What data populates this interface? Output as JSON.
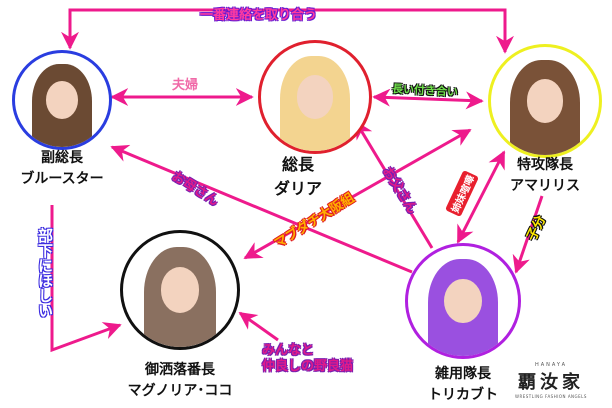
{
  "title_relation": "一番連絡を取り合う",
  "characters": [
    {
      "id": "brewster",
      "role": "副総長",
      "name": "ブルースター",
      "ring_color": "#2a3de0"
    },
    {
      "id": "dahlia",
      "role": "総長",
      "name": "ダリア",
      "ring_color": "#e0202e"
    },
    {
      "id": "amaryllis",
      "role": "特攻隊長",
      "name": "アマリリス",
      "ring_color": "#eef020"
    },
    {
      "id": "coco",
      "role": "御洒落番長",
      "name": "マグノリア･ココ",
      "ring_color": "#111111"
    },
    {
      "id": "torikabuto",
      "role": "雑用隊長",
      "name": "トリカブト",
      "ring_color": "#b020e0"
    }
  ],
  "relations": {
    "top": "一番連絡を取り合う",
    "couple": "夫婦",
    "long": "長い付き合い",
    "mother": "お母さん",
    "osaka": "マブダチ大阪組",
    "father": "お父さん",
    "sisters": "姉妹喧嘩",
    "henchman": "子分",
    "want": "部下にほしい",
    "cat_line1": "みんなと",
    "cat_line2": "仲良しの野良猫"
  },
  "arrow_color": "#ee1a8c",
  "logo": {
    "small": "HANAYA",
    "main": "覇汝家",
    "sub": "WRESTLING FASHION ANGELS"
  }
}
